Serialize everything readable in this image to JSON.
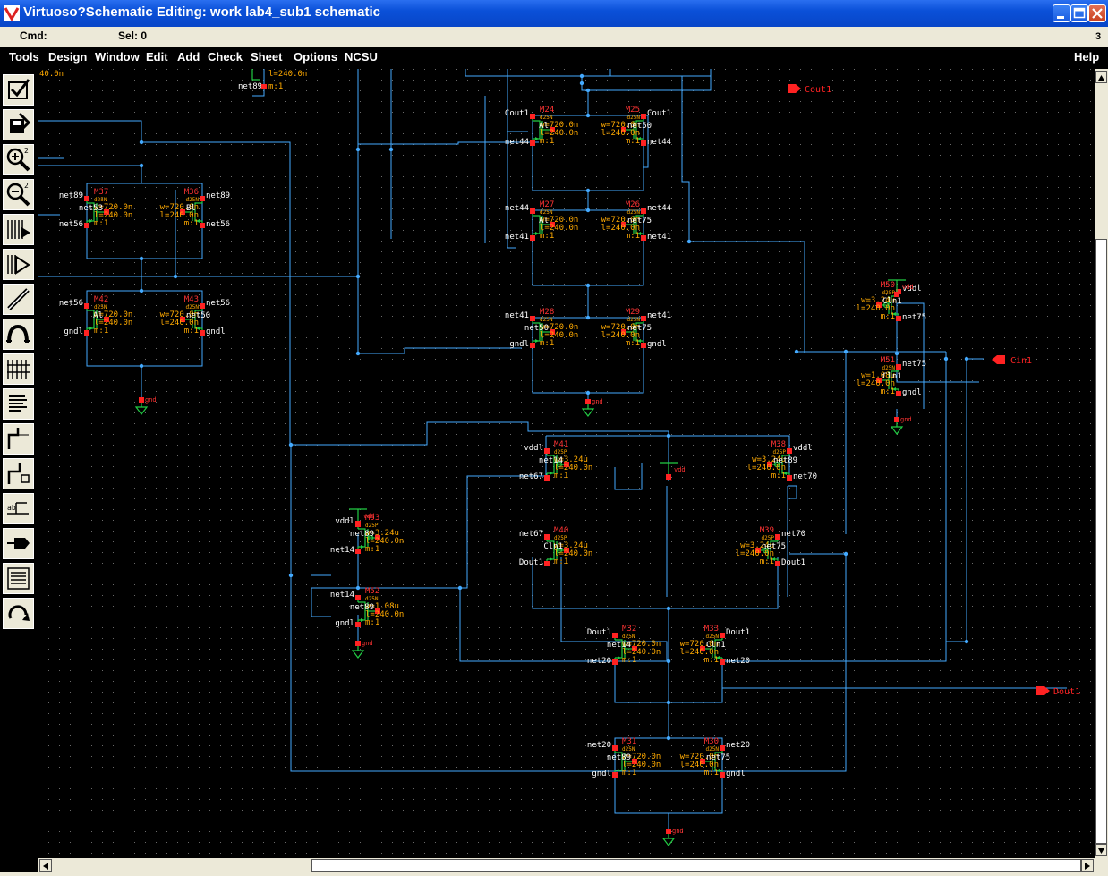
{
  "window": {
    "title": "Virtuoso?Schematic Editing: work lab4_sub1 schematic"
  },
  "status": {
    "cmd_label": "Cmd:",
    "sel_label": "Sel: 0",
    "count": "3"
  },
  "menu": {
    "items": [
      "Tools",
      "Design",
      "Window",
      "Edit",
      "Add",
      "Check",
      "Sheet",
      "Options",
      "NCSU"
    ],
    "help": "Help"
  },
  "tools": [
    "check-save-icon",
    "save-icon",
    "zoom-in-icon",
    "zoom-out-icon",
    "stretch-icon",
    "copy-icon",
    "wire-icon",
    "wire-wide-icon",
    "instance-icon",
    "pin-icon",
    "wire-route-icon",
    "label-icon",
    "net-name-icon",
    "property-icon",
    "undo-icon",
    "redo-icon"
  ],
  "colors": {
    "wire": "#44aaff",
    "device": "#22cc44",
    "pin": "#ff2222",
    "devname": "#ff3333",
    "param": "#ffaa00",
    "net": "#ffffff",
    "io": "#ff2222"
  },
  "io_pins": [
    {
      "label": "Cout1"
    },
    {
      "label": "Cin1"
    },
    {
      "label": "Dout1"
    }
  ],
  "supplies": [
    {
      "label": "gnd"
    },
    {
      "label": "gnd"
    },
    {
      "label": "gnd"
    },
    {
      "label": "gnd"
    },
    {
      "label": "gnd"
    },
    {
      "label": "vdd"
    },
    {
      "label": "vdd"
    },
    {
      "label": "vdd"
    }
  ],
  "devices": [
    {
      "name": "M37",
      "model": "d25N",
      "w": "w=720.0n",
      "l": "l=240.0n",
      "m": "m:1",
      "nets": [
        "net89",
        "net53",
        "net56"
      ]
    },
    {
      "name": "M36",
      "model": "d25N",
      "w": "w=720.0n",
      "l": "l=240.0n",
      "m": "m:1",
      "nets": [
        "net89",
        "Bl",
        "net56"
      ]
    },
    {
      "name": "M42",
      "model": "d25N",
      "w": "w=720.0n",
      "l": "l=240.0n",
      "m": "m:1",
      "nets": [
        "net56",
        "Al",
        "gndl"
      ]
    },
    {
      "name": "M43",
      "model": "d25N",
      "w": "w=720.0n",
      "l": "l=240.0n",
      "m": "m:1",
      "nets": [
        "net56",
        "net50",
        "gndl"
      ]
    },
    {
      "name": "M24",
      "model": "d25N",
      "w": "w=720.0n",
      "l": "l=240.0n",
      "m": "m:1",
      "nets": [
        "Cout1",
        "Al",
        "net44"
      ]
    },
    {
      "name": "M25",
      "model": "d25N",
      "w": "w=720.0n",
      "l": "l=240.0n",
      "m": "m:1",
      "nets": [
        "Cout1",
        "net50",
        "net44"
      ]
    },
    {
      "name": "M27",
      "model": "d25N",
      "w": "w=720.0n",
      "l": "l=240.0n",
      "m": "m:1",
      "nets": [
        "net44",
        "Al",
        "net41"
      ]
    },
    {
      "name": "M26",
      "model": "d25N",
      "w": "w=720.0n",
      "l": "l=240.0n",
      "m": "m:1",
      "nets": [
        "net44",
        "net75",
        "net41"
      ]
    },
    {
      "name": "M28",
      "model": "d25N",
      "w": "w=720.0n",
      "l": "l=240.0n",
      "m": "m:1",
      "nets": [
        "net41",
        "net50",
        "gndl"
      ]
    },
    {
      "name": "M29",
      "model": "d25N",
      "w": "w=720.0n",
      "l": "l=240.0n",
      "m": "m:1",
      "nets": [
        "net41",
        "net75",
        "gndl"
      ]
    },
    {
      "name": "M50",
      "model": "d25P",
      "w": "w=3.24u",
      "l": "l=240.0n",
      "m": "m:1",
      "nets": [
        "vddl",
        "Cln1",
        "net75"
      ]
    },
    {
      "name": "M51",
      "model": "d25N",
      "w": "w=1.08u",
      "l": "l=240.0n",
      "m": "m:1",
      "nets": [
        "net75",
        "Cln1",
        "gndl"
      ]
    },
    {
      "name": "M41",
      "model": "d25P",
      "w": "w=3.24u",
      "l": "l=240.0n",
      "m": "m:1",
      "nets": [
        "vddl",
        "net14",
        "net67"
      ]
    },
    {
      "name": "M38",
      "model": "d25P",
      "w": "w=3.24u",
      "l": "l=240.0n",
      "m": "m:1",
      "nets": [
        "vddl",
        "net89",
        "net70"
      ]
    },
    {
      "name": "M53",
      "model": "d25P",
      "w": "w=3.24u",
      "l": "l=240.0n",
      "m": "m:1",
      "nets": [
        "vddl",
        "net89",
        "net14"
      ]
    },
    {
      "name": "M52",
      "model": "d25N",
      "w": "w=1.08u",
      "l": "l=240.0n",
      "m": "m:1",
      "nets": [
        "net14",
        "net89",
        "gndl"
      ]
    },
    {
      "name": "M40",
      "model": "d25P",
      "w": "w=3.24u",
      "l": "l=240.0n",
      "m": "m:1",
      "nets": [
        "net67",
        "Cln1",
        "Dout1"
      ]
    },
    {
      "name": "M39",
      "model": "d25P",
      "w": "w=3.24u",
      "l": "l=240.0n",
      "m": "m:1",
      "nets": [
        "net70",
        "net75",
        "Dout1"
      ]
    },
    {
      "name": "M32",
      "model": "d25N",
      "w": "w=720.0n",
      "l": "l=240.0n",
      "m": "m:1",
      "nets": [
        "Dout1",
        "net14",
        "net20"
      ]
    },
    {
      "name": "M33",
      "model": "d25N",
      "w": "w=720.0n",
      "l": "l=240.0n",
      "m": "m:1",
      "nets": [
        "Dout1",
        "Cln1",
        "net20"
      ]
    },
    {
      "name": "M31",
      "model": "d25N",
      "w": "w=720.0n",
      "l": "l=240.0n",
      "m": "m:1",
      "nets": [
        "net20",
        "net89",
        "gndl"
      ]
    },
    {
      "name": "M30",
      "model": "d25N",
      "w": "w=720.0n",
      "l": "l=240.0n",
      "m": "m:1",
      "nets": [
        "net20",
        "net75",
        "gndl"
      ]
    }
  ],
  "partial": {
    "top_param": "l=240.0n",
    "top_left": "40.0n",
    "top_net": "net89",
    "top_m": "m:1"
  }
}
